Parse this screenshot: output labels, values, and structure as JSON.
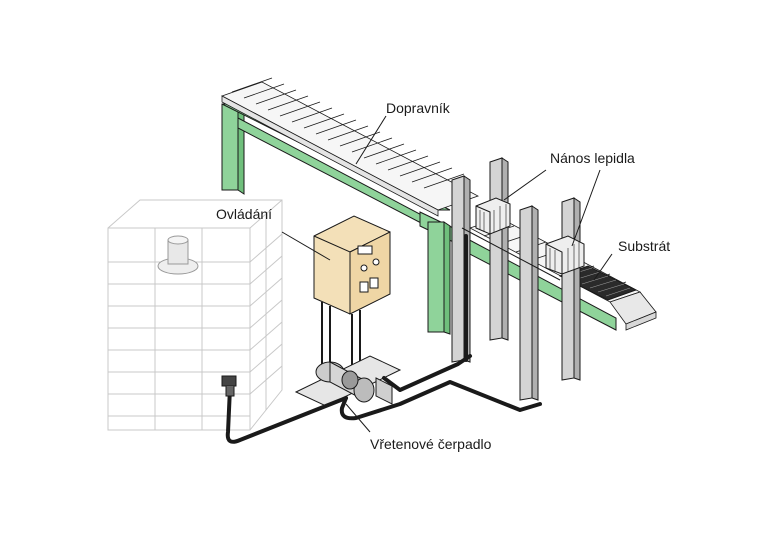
{
  "labels": {
    "conveyor": "Dopravník",
    "glue_application": "Nános lepidla",
    "controls": "Ovládání",
    "substrate": "Substrát",
    "pump": "Vřetenové čerpadlo"
  },
  "colors": {
    "frame_green": "#8fd39a",
    "control_box": "#f3e0b8",
    "line": "#1a1a1a",
    "tank_line": "#c8c8c8",
    "pole_gray": "#c9c9c9"
  }
}
